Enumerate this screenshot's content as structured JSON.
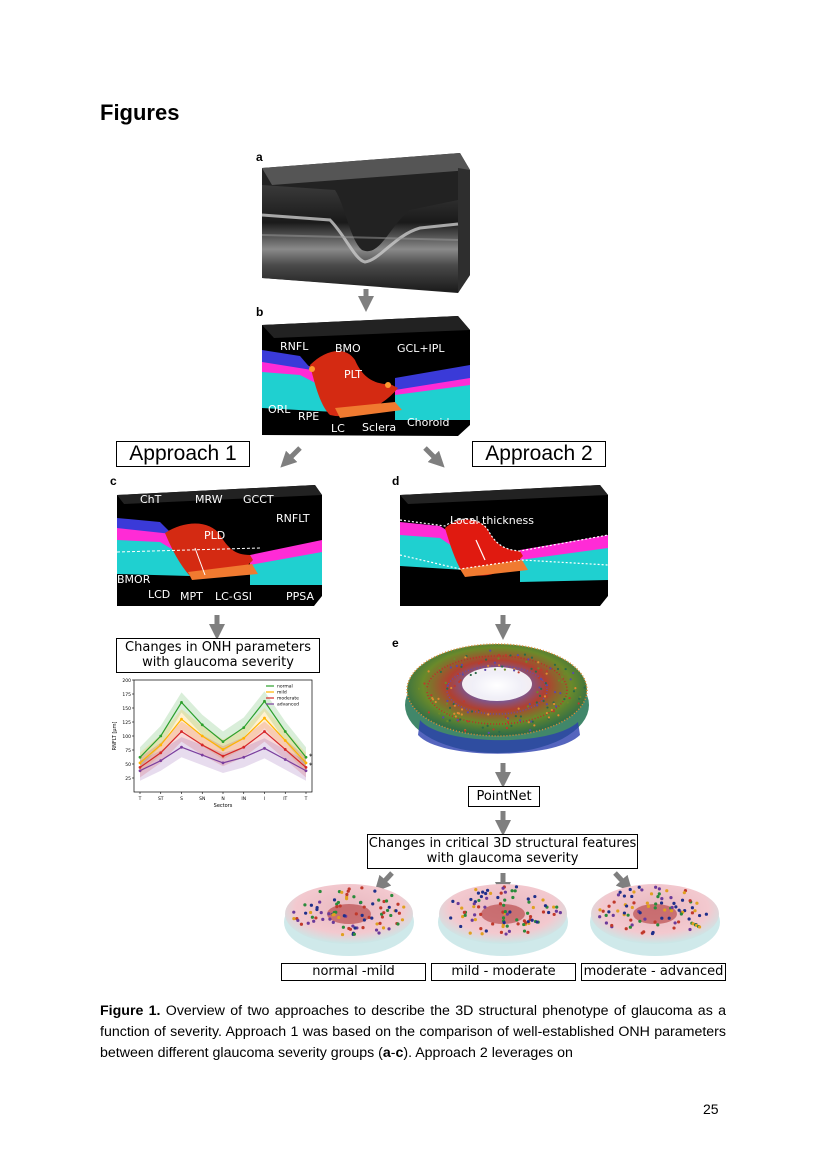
{
  "heading": "Figures",
  "panels": {
    "a": "a",
    "b": "b",
    "c": "c",
    "d": "d",
    "e": "e"
  },
  "panel_b_labels": [
    "RNFL",
    "BMO",
    "GCL+IPL",
    "PLT",
    "ORL",
    "RPE",
    "LC",
    "Sclera",
    "Choroid"
  ],
  "panel_c_labels": [
    "ChT",
    "MRW",
    "GCCT",
    "RNFLT",
    "PLD",
    "BMOR",
    "LCD",
    "MPT",
    "LC-GSI",
    "PPSA"
  ],
  "panel_d_label": "Local thickness",
  "approach1": "Approach 1",
  "approach2": "Approach 2",
  "onh_box": [
    "Changes in ONH parameters",
    "with glaucoma severity"
  ],
  "pointnet": "PointNet",
  "critical_box": [
    "Changes in critical 3D structural features",
    "with glaucoma severity"
  ],
  "groups": [
    "normal -mild",
    "mild - moderate",
    "moderate - advanced"
  ],
  "chart_data": {
    "type": "line",
    "xlabel": "Sectors",
    "ylabel": "RNFLT [μm]",
    "categories": [
      "T",
      "ST",
      "S",
      "SN",
      "N",
      "IN",
      "I",
      "IT",
      "T"
    ],
    "ylim": [
      0,
      200
    ],
    "yticks": [
      25,
      50,
      75,
      100,
      125,
      150,
      175,
      200
    ],
    "legend_position": "top-right",
    "series": [
      {
        "name": "normal",
        "color": "#2ca02c",
        "values": [
          62,
          100,
          160,
          120,
          90,
          115,
          162,
          108,
          62
        ]
      },
      {
        "name": "mild",
        "color": "#ffb300",
        "values": [
          52,
          84,
          130,
          100,
          76,
          96,
          132,
          92,
          52
        ]
      },
      {
        "name": "moderate",
        "color": "#d62728",
        "values": [
          44,
          70,
          108,
          84,
          64,
          80,
          108,
          76,
          44
        ]
      },
      {
        "name": "advanced",
        "color": "#7b3f9e",
        "values": [
          38,
          56,
          80,
          66,
          52,
          62,
          78,
          58,
          38
        ]
      }
    ],
    "annotations": [
      "*",
      "*"
    ]
  },
  "caption": {
    "label": "Figure 1.",
    "text1": " Overview of two approaches to describe the 3D structural phenotype of glaucoma as a function of severity. Approach 1 was based on the comparison of well-established ONH parameters between different glaucoma severity groups (",
    "bold1": "a",
    "dash": "-",
    "bold2": "c",
    "text2": "). Approach 2 leverages on"
  },
  "page_number": "25"
}
